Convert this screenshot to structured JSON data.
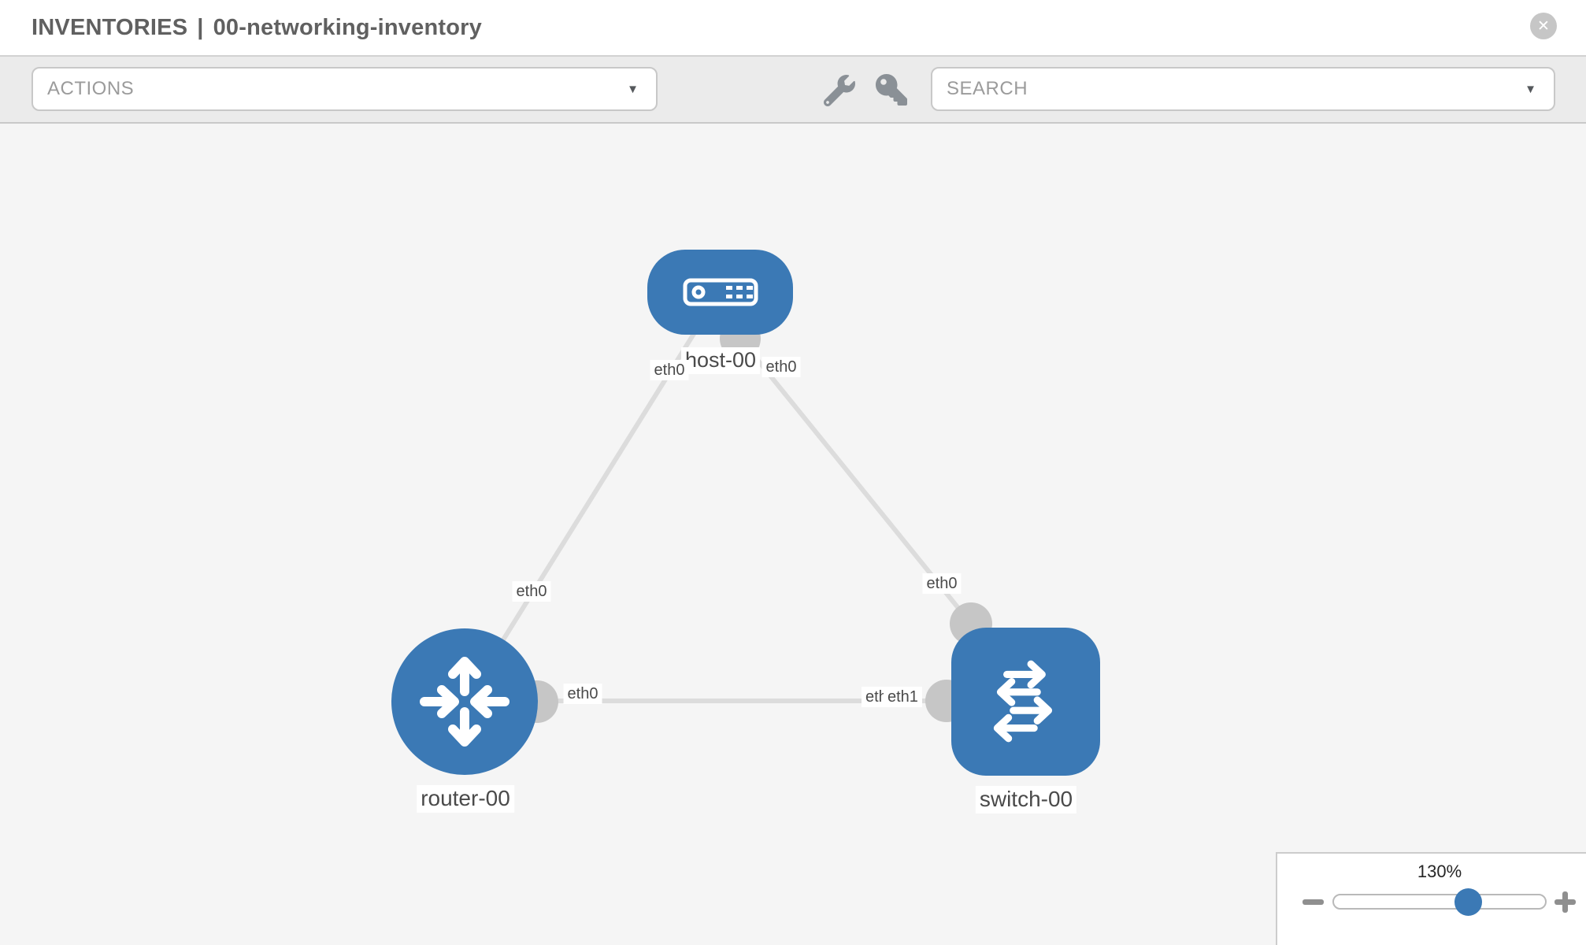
{
  "header": {
    "section": "INVENTORIES",
    "separator": "|",
    "inventory_name": "00-networking-inventory"
  },
  "toolbar": {
    "actions": {
      "label": "ACTIONS"
    },
    "search": {
      "label": "SEARCH"
    }
  },
  "icons": {
    "close": "✕",
    "caret_down": "▼",
    "wrench": "wrench",
    "key": "key",
    "zoom_out": "minus",
    "zoom_in": "plus"
  },
  "colors": {
    "node_blue": "#3b79b5",
    "link_gray": "#dcdcdc",
    "interface_gray": "#c6c6c6",
    "toolbar_bg": "#ebebeb",
    "canvas_bg": "#f5f5f5",
    "label_text": "#4a4a4a",
    "title_text": "#606060"
  },
  "diagram": {
    "nodes": [
      {
        "id": "host-00",
        "label": "host-00",
        "type": "host"
      },
      {
        "id": "router-00",
        "label": "router-00",
        "type": "router"
      },
      {
        "id": "switch-00",
        "label": "switch-00",
        "type": "switch"
      }
    ],
    "links": [
      {
        "source": "host-00",
        "source_interface": "eth0",
        "target": "router-00",
        "target_interface": "eth0"
      },
      {
        "source": "host-00",
        "source_interface": "eth0",
        "target": "switch-00",
        "target_interface": "eth0"
      },
      {
        "source": "router-00",
        "source_interface": "eth0",
        "target": "switch-00",
        "target_interface": "eth1"
      }
    ],
    "overlapped_interface_label": "eth0"
  },
  "zoom_control": {
    "value": "130%",
    "percent": 130
  }
}
